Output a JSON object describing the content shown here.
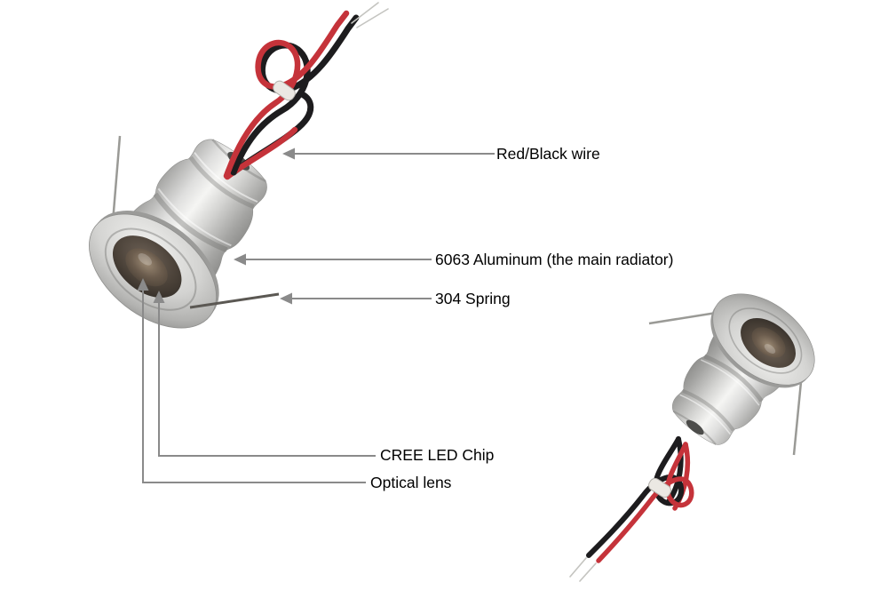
{
  "figure": {
    "type": "annotated-product-diagram",
    "subject": "Mini recessed LED spotlight with labeled components"
  },
  "annotations": {
    "line_color": "#8a8a8a",
    "text_color": "#000000",
    "labels": [
      {
        "id": "wire",
        "text": "Red/Black wire"
      },
      {
        "id": "radiator",
        "text": "6063 Aluminum (the main radiator)"
      },
      {
        "id": "spring",
        "text": "304 Spring"
      },
      {
        "id": "chip",
        "text": "CREE LED Chip"
      },
      {
        "id": "lens",
        "text": "Optical lens"
      }
    ]
  },
  "product": {
    "colors": {
      "aluminum": "#cfcfcd",
      "wire_red": "#c5333a",
      "wire_black": "#1d1c1e",
      "cable_ring": "#ebe8e3",
      "spring_pin": "#9a9a96",
      "bare_wire": "#c4c4c0",
      "lens_dark": "#4a4138"
    }
  }
}
